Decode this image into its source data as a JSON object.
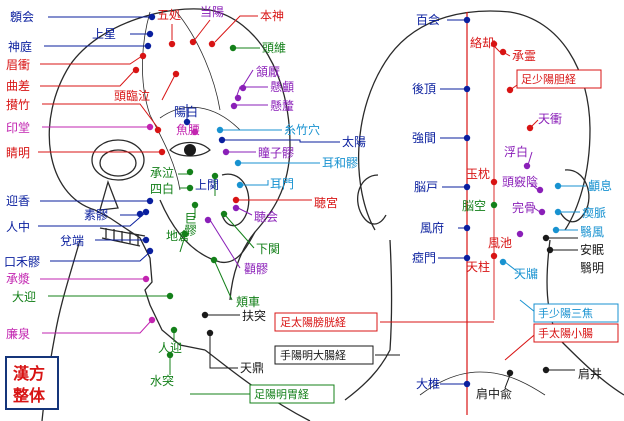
{
  "colors": {
    "blue": "#0a1f9e",
    "red": "#d81414",
    "green": "#14801a",
    "purple": "#8a1fb8",
    "cyan": "#1892d0",
    "magenta": "#c224b0",
    "dark": "#15357a",
    "black": "#1a1a1a",
    "outline": "#2a2a2a"
  },
  "points": {
    "baihui_front": "顖会",
    "shenting": "神庭",
    "shangxing": "上星",
    "meichong": "眉衝",
    "qucha": "曲差",
    "cuanzhu": "攅竹",
    "yintang": "印堂",
    "jingming": "睛明",
    "yingxiang": "迎香",
    "renzhong": "人中",
    "duiduan": "兌端",
    "suliao": "素髎",
    "kouheliao": "口禾髎",
    "chengjiang": "承漿",
    "daying": "大迎",
    "lianquan": "廉泉",
    "wuchu": "五処",
    "dangyang": "当陽",
    "benshen": "本神",
    "touwei": "頭維",
    "hanyan": "頷厭",
    "xuanlu": "懸顱",
    "xuanli": "懸釐",
    "toulinqi": "頭臨泣",
    "yangbai": "陽白",
    "yuyao": "魚腰",
    "sizhukong": "糸竹穴",
    "taiyang": "太陽",
    "tongziliao": "瞳子髎",
    "erheliao": "耳和髎",
    "chengqi": "承泣",
    "sibai": "四白",
    "shangguan": "上関",
    "ermen": "耳門",
    "juliao": "巨髎",
    "dicang": "地倉",
    "tinggong": "聴宮",
    "tinghui": "聴会",
    "xiaguan": "下関",
    "quanliao": "顴髎",
    "jiache": "頬車",
    "futu": "扶突",
    "tianding": "天鼎",
    "renying": "人迎",
    "shuitu": "水突",
    "baihui": "百会",
    "luoque": "絡却",
    "chengling": "承霊",
    "houding": "後頂",
    "tianchong": "天衝",
    "qiangjian": "強間",
    "fubai": "浮白",
    "naohu": "脳戸",
    "yuzhen": "玉枕",
    "touqiaoyin": "頭竅陰",
    "luxi": "顱息",
    "naokong": "脳空",
    "wangu": "完骨",
    "qimai": "瘈脈",
    "fengfu": "風府",
    "fengchi": "風池",
    "yifeng": "翳風",
    "yamen": "瘂門",
    "tianzhu": "天柱",
    "anmian": "安眠",
    "yiming": "翳明",
    "tianyou": "天牖",
    "dazhui": "大椎",
    "jianzhongshu": "肩中兪",
    "jianjing": "肩井"
  },
  "meridians": {
    "gallbladder": "足少陽胆経",
    "bladder": "足太陽膀胱経",
    "large_intestine": "手陽明大腸経",
    "stomach": "足陽明胃経",
    "sanjiao": "手少陽三焦",
    "small_intestine": "手太陽小腸"
  },
  "seal": {
    "line1": "漢方",
    "line2": "整体"
  }
}
